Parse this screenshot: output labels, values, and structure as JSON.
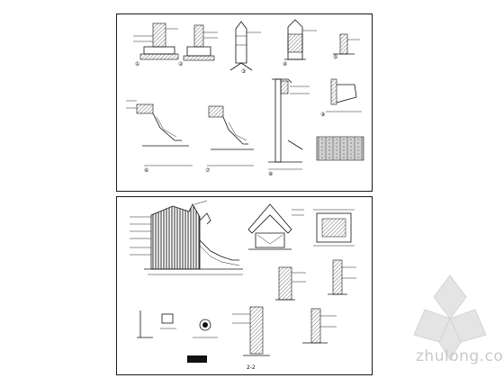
{
  "drawing": {
    "sheet_top": {
      "detail_marks": [
        "①",
        "②",
        "③",
        "④",
        "⑤",
        "⑥",
        "⑦",
        "⑧",
        "⑨"
      ]
    },
    "sheet_bottom": {
      "titles": [
        "2-2"
      ]
    }
  },
  "watermark": {
    "text": "zhulong.com"
  },
  "colors": {
    "line": "#111111",
    "paper": "#ffffff",
    "watermark": "#c9c9c9"
  }
}
